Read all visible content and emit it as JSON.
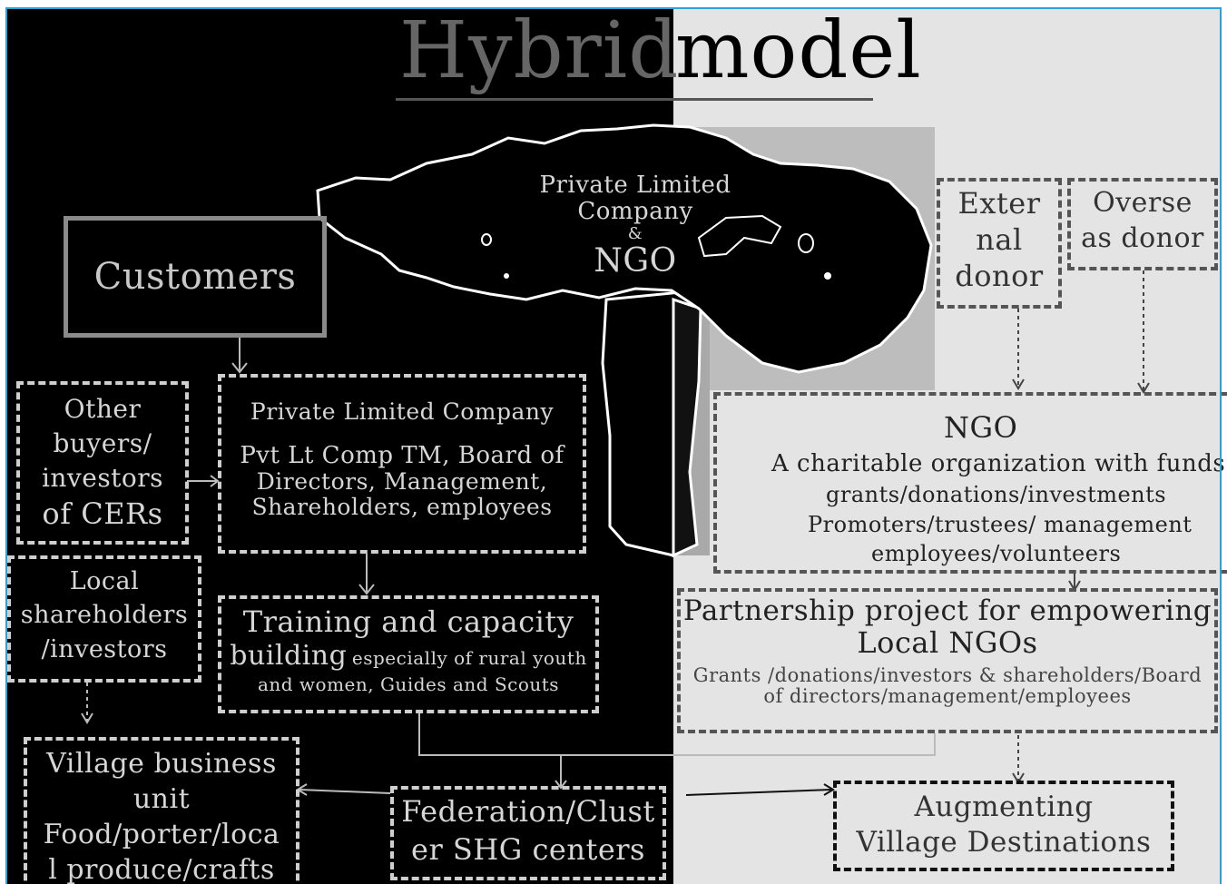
{
  "title": {
    "part1": "Hybrid",
    "part2": "model"
  },
  "tree_label": {
    "line1": "Private Limited Company",
    "line2": "&",
    "line3": "NGO"
  },
  "customers": "Customers",
  "other_buyers": [
    "Other",
    "buyers/",
    "investors",
    "of CERs"
  ],
  "private_company": {
    "heading": "Private Limited Company",
    "line1": "Pvt Lt Comp TM, Board of",
    "line2": "Directors, Management,",
    "line3": "Shareholders, employees"
  },
  "local_shareholders": [
    "Local",
    "shareholders",
    "/investors"
  ],
  "training": {
    "line1": "Training and capacity",
    "line2_big": "building",
    "line2_small": "especially of rural youth",
    "line3": "and women, Guides and Scouts"
  },
  "village_business": [
    "Village business",
    "unit",
    "Food/porter/loca",
    "l produce/crafts"
  ],
  "federation": [
    "Federation/Clust",
    "er SHG centers"
  ],
  "external_donor": [
    "Exter",
    "nal",
    "donor"
  ],
  "overseas_donor": [
    "Overse",
    "as donor"
  ],
  "ngo": {
    "heading": "NGO",
    "line1": "A charitable organization with funds from",
    "line2": "grants/donations/investments",
    "line3": "Promoters/trustees/ management",
    "line4": "employees/volunteers"
  },
  "partnership": {
    "line1": "Partnership project for empowering",
    "line2": "Local NGOs",
    "line3": "Grants /donations/investors & shareholders/Board",
    "line4": "of directors/management/employees"
  },
  "augmenting": [
    "Augmenting",
    "Village Destinations"
  ],
  "colors": {
    "left_bg": "#000000",
    "right_bg": "#e4e4e4",
    "frame_border": "#2aa3d8",
    "tree_outline": "#ffffff"
  }
}
